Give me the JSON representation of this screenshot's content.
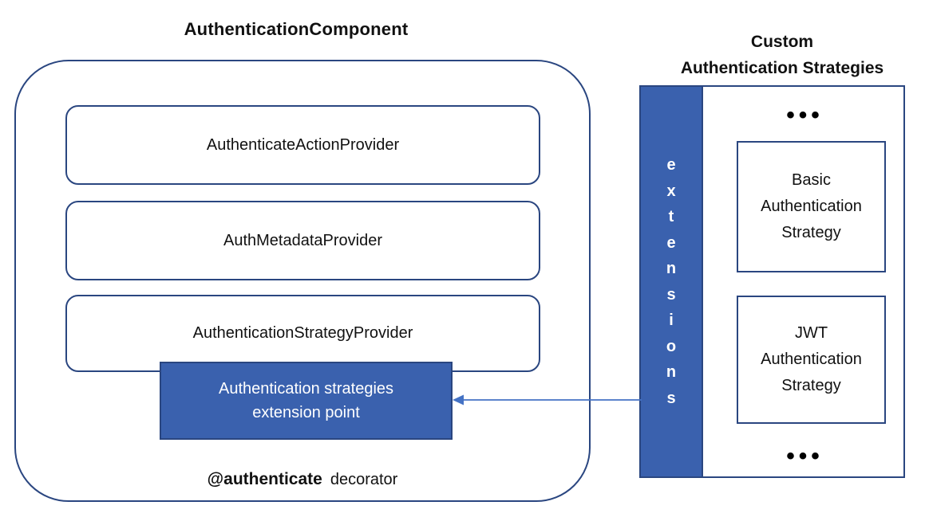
{
  "left_panel": {
    "title": "AuthenticationComponent",
    "providers": [
      "AuthenticateActionProvider",
      "AuthMetadataProvider",
      "AuthenticationStrategyProvider"
    ],
    "extension_point": {
      "line1": "Authentication strategies",
      "line2": "extension point"
    },
    "decorator": {
      "name": "@authenticate",
      "suffix": "decorator"
    }
  },
  "right_panel": {
    "title_line1": "Custom",
    "title_line2": "Authentication Strategies",
    "extensions_label": "extensions",
    "extensions_letters": [
      "e",
      "x",
      "t",
      "e",
      "n",
      "s",
      "i",
      "o",
      "n",
      "s"
    ],
    "ellipsis_top": "•••",
    "ellipsis_bottom": "•••",
    "strategies": [
      {
        "line1": "Basic",
        "line2": "Authentication",
        "line3": "Strategy"
      },
      {
        "line1": "JWT",
        "line2": "Authentication",
        "line3": "Strategy"
      }
    ]
  },
  "colors": {
    "border": "#2a4680",
    "fill_blue": "#3a61ae",
    "arrow": "#4472c4",
    "text_dark": "#111111",
    "text_light": "#ffffff"
  }
}
